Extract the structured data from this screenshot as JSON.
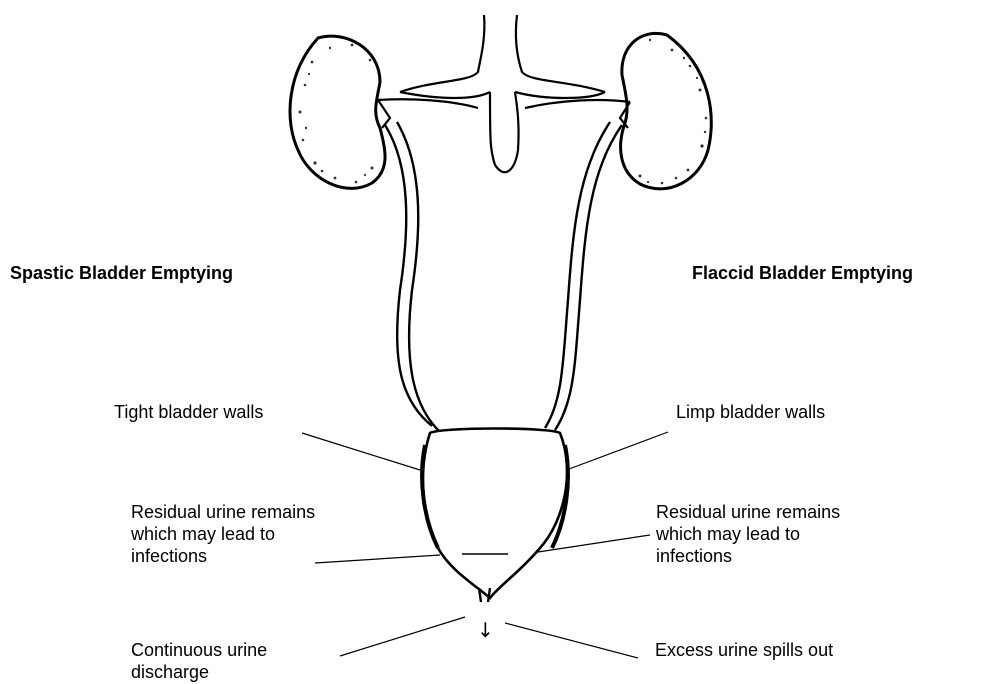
{
  "headings": {
    "left": "Spastic Bladder Emptying",
    "right": "Flaccid Bladder Emptying"
  },
  "labels": {
    "tight_walls": "Tight bladder walls",
    "limp_walls": "Limp bladder walls",
    "residual_left": "Residual urine remains\nwhich may lead to\ninfections",
    "residual_right": "Residual urine remains\nwhich may lead to\ninfections",
    "continuous_discharge": "Continuous urine\ndischarge",
    "excess_spills": "Excess urine spills out"
  },
  "flow_arrow": "↓"
}
